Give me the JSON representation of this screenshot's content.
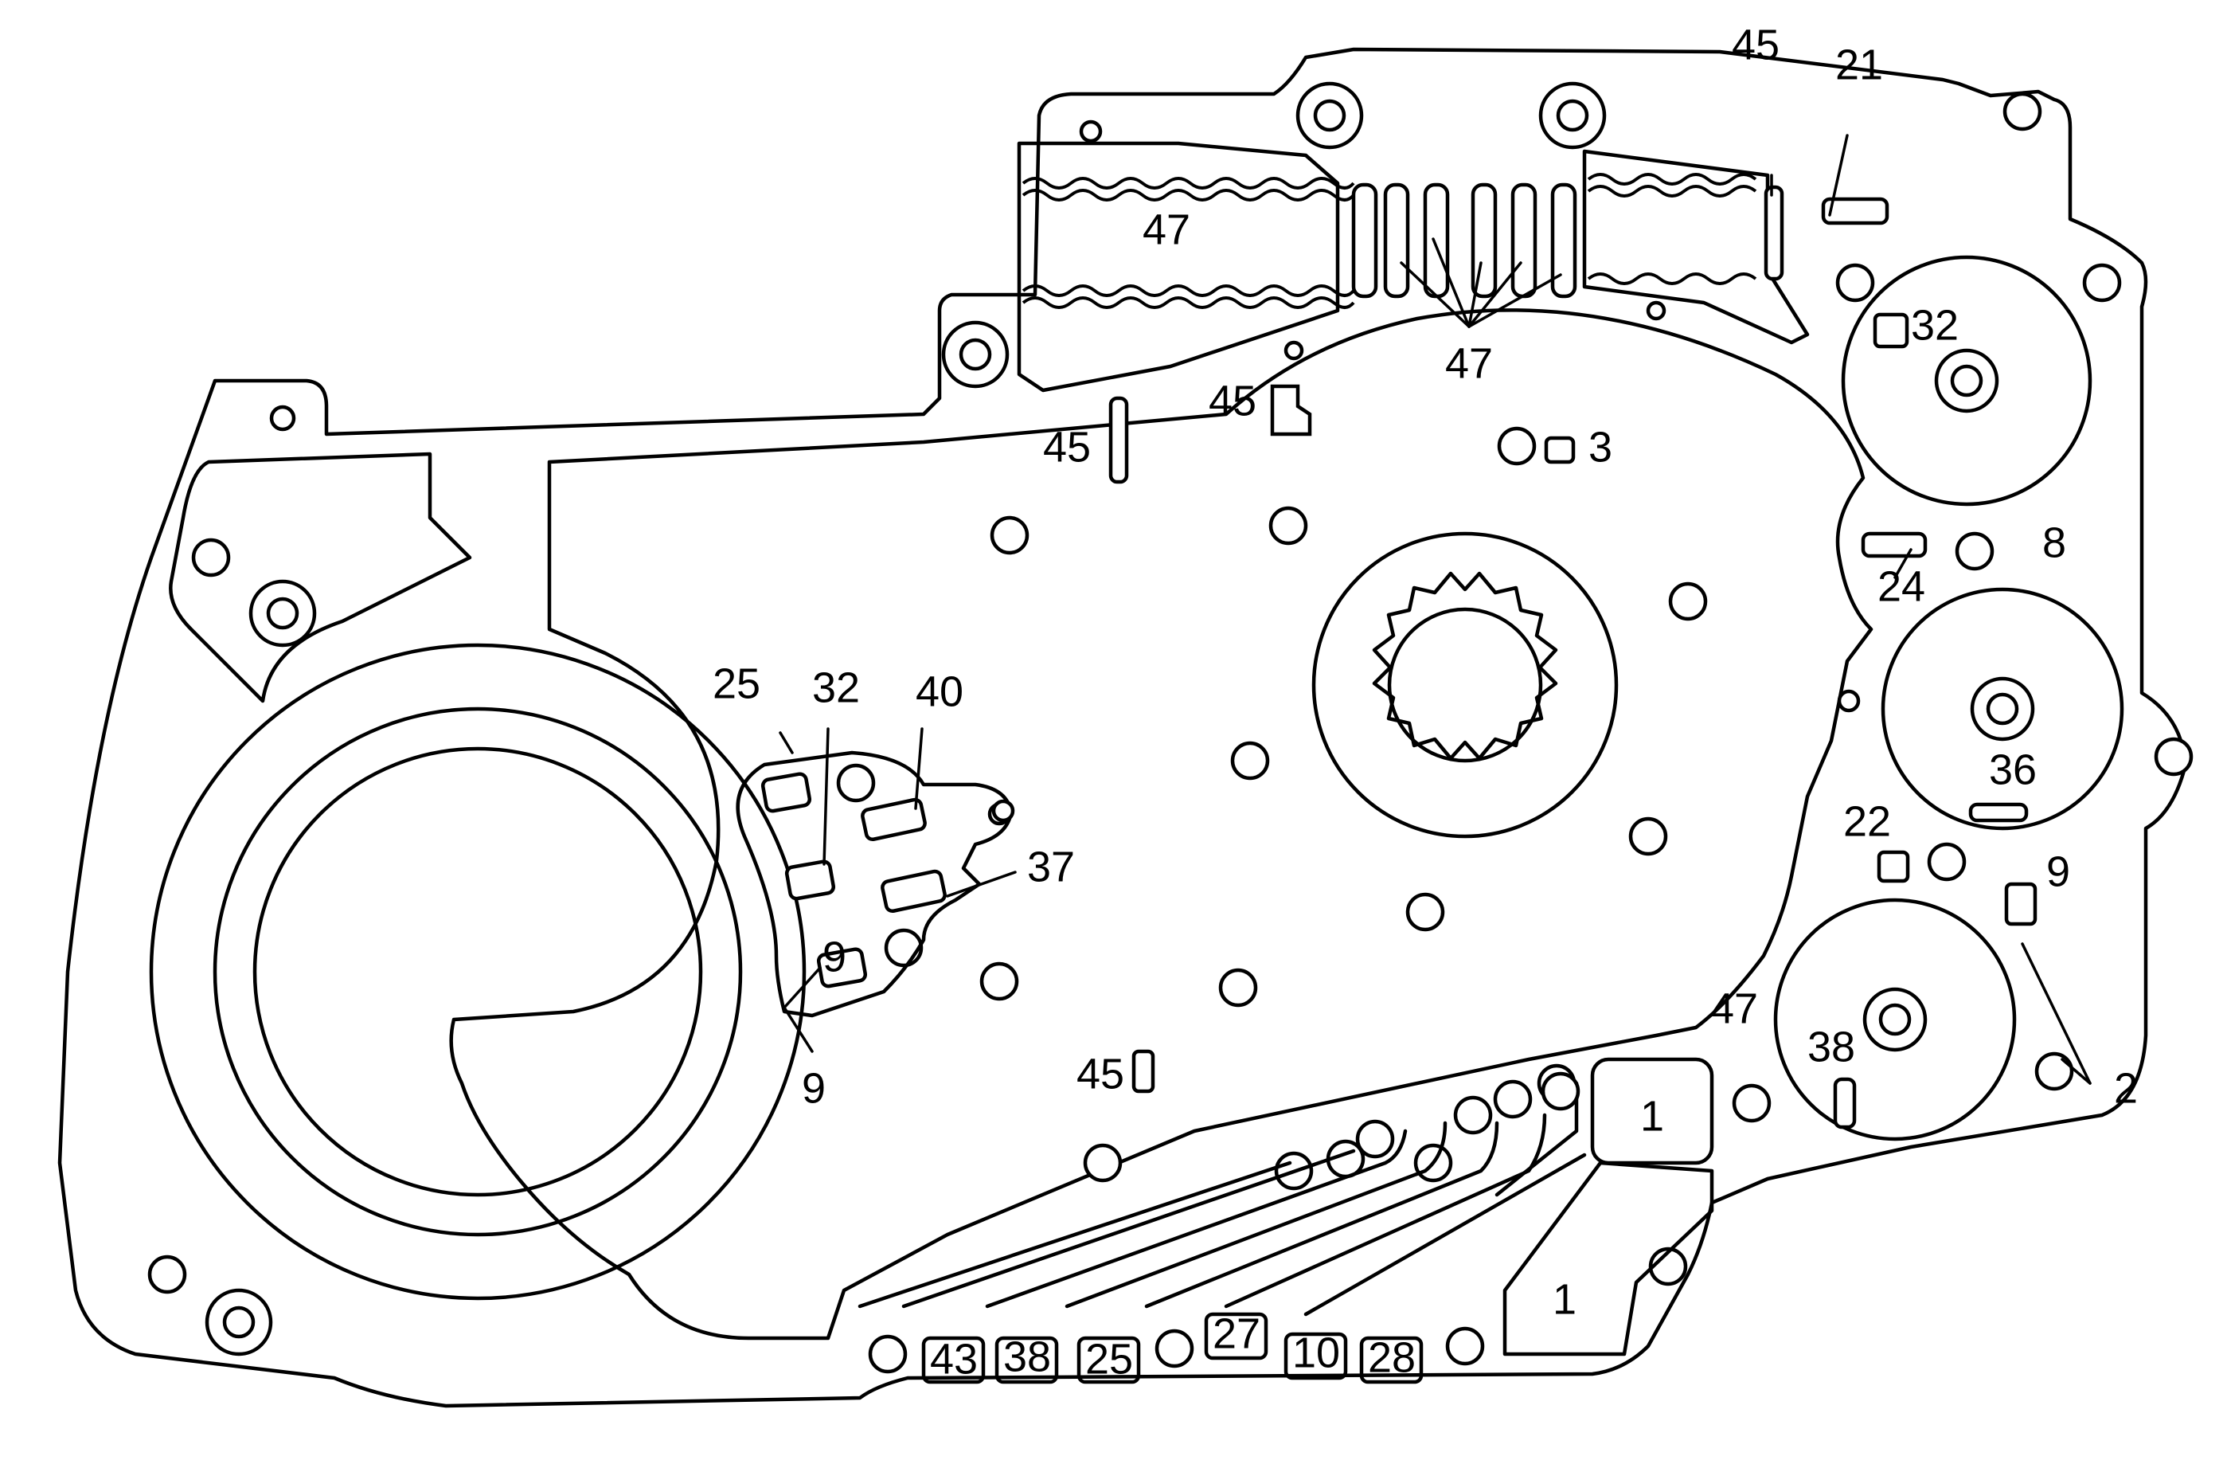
{
  "labels": {
    "l47_top_left": "47",
    "l47_top_mid": "47",
    "l45_top_right": "45",
    "l21": "21",
    "l32_right": "32",
    "l45_left_upper": "45",
    "l45_left": "45",
    "l3": "3",
    "l8": "8",
    "l24": "24",
    "l36": "36",
    "l22": "22",
    "l9_right": "9",
    "l25_mid": "25",
    "l32_mid": "32",
    "l40": "40",
    "l37": "37",
    "l9_mid_upper": "9",
    "l9_mid_lower": "9",
    "l45_bottom": "45",
    "l47_lower_right": "47",
    "l38_right": "38",
    "l2": "2",
    "l1_box": "1",
    "l1_lower": "1",
    "l43": "43",
    "l38_bottom": "38",
    "l25_bottom": "25",
    "l27": "27",
    "l10": "10",
    "l28": "28"
  }
}
